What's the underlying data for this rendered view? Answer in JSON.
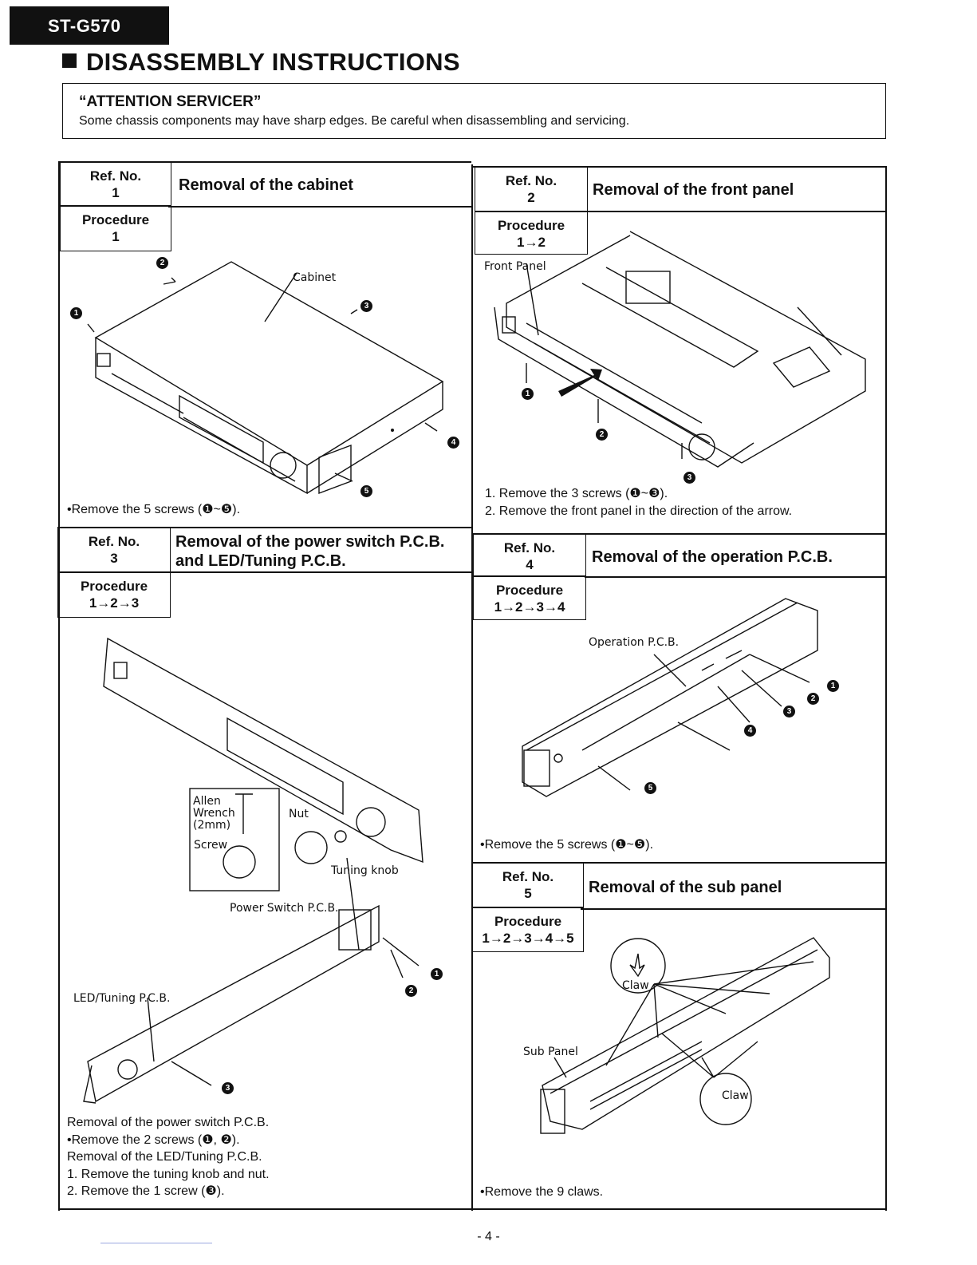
{
  "header": {
    "model": "ST-G570",
    "title": "DISASSEMBLY INSTRUCTIONS"
  },
  "attention": {
    "heading": "“ATTENTION SERVICER”",
    "text": "Some chassis components may have sharp edges. Be careful when disassembling and servicing."
  },
  "labels": {
    "ref_no": "Ref. No.",
    "procedure": "Procedure"
  },
  "sections": [
    {
      "ref": "1",
      "title": "Removal of the cabinet",
      "procedure": "1",
      "callouts": [
        "Cabinet"
      ],
      "notes": [
        "•Remove the 5 screws (❶~❺)."
      ]
    },
    {
      "ref": "2",
      "title": "Removal of the front panel",
      "procedure": "1→2",
      "callouts": [
        "Front Panel"
      ],
      "notes": [
        "1. Remove the 3 screws (❶~❸).",
        "2. Remove the front panel in the direction of the arrow."
      ]
    },
    {
      "ref": "3",
      "title_line1": "Removal of the power switch P.C.B.",
      "title_line2": "and LED/Tuning P.C.B.",
      "procedure": "1→2→3",
      "callouts": [
        "Allen",
        "Wrench",
        "(2mm)",
        "Screw",
        "Nut",
        "Tuning knob",
        "Power Switch P.C.B.",
        "LED/Tuning P.C.B."
      ],
      "notes": [
        "Removal of the power switch P.C.B.",
        "•Remove the 2 screws (❶, ❷).",
        "Removal of the LED/Tuning P.C.B.",
        "1. Remove the tuning knob and nut.",
        "2. Remove the 1 screw (❸)."
      ]
    },
    {
      "ref": "4",
      "title": "Removal of the operation P.C.B.",
      "procedure": "1→2→3→4",
      "callouts": [
        "Operation P.C.B."
      ],
      "notes": [
        "•Remove the 5 screws (❶~❺)."
      ]
    },
    {
      "ref": "5",
      "title": "Removal of the sub panel",
      "procedure": "1→2→3→4→5",
      "callouts": [
        "Claw",
        "Sub Panel",
        "Claw"
      ],
      "notes": [
        "•Remove the 9 claws."
      ]
    }
  ],
  "screw_markers": [
    "1",
    "2",
    "3",
    "4",
    "5"
  ],
  "footer": {
    "page_number": "- 4 -"
  }
}
